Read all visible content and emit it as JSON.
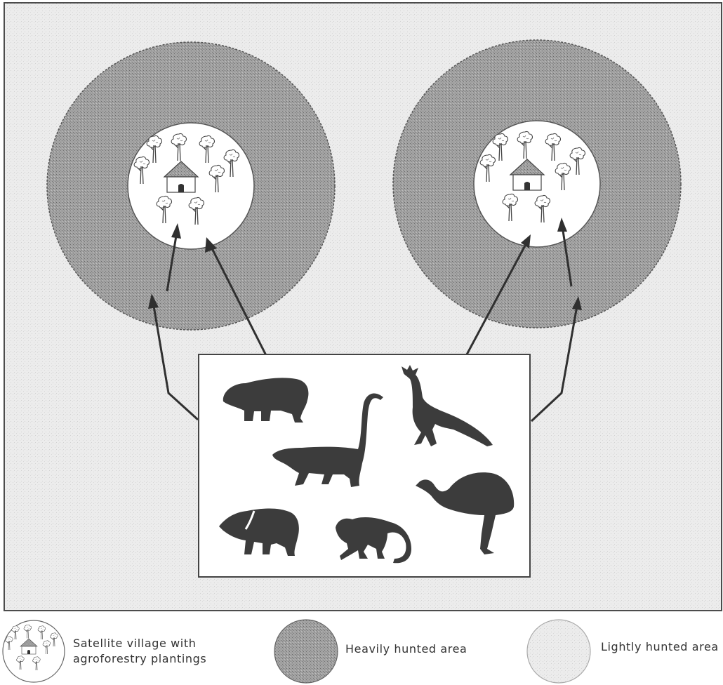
{
  "diagram": {
    "villages": [
      {
        "name": "left-village",
        "zone": "heavy"
      },
      {
        "name": "right-village",
        "zone": "heavy"
      }
    ],
    "animals": [
      {
        "icon": "capybara-icon"
      },
      {
        "icon": "coati-icon"
      },
      {
        "icon": "guan-icon"
      },
      {
        "icon": "peccary-icon"
      },
      {
        "icon": "monkey-icon"
      },
      {
        "icon": "trumpeter-icon"
      }
    ],
    "colors": {
      "background": "#ffffff",
      "frame": "#555555",
      "lightly_hunted": "#e8e8e8",
      "heavily_hunted": "#9a9a9a",
      "silhouette": "#3c3c3c"
    }
  },
  "legend": {
    "village": {
      "line1": "Satellite village with",
      "line2": "agroforestry plantings"
    },
    "heavy": {
      "label": "Heavily hunted area"
    },
    "light": {
      "label": "Lightly hunted area"
    }
  }
}
